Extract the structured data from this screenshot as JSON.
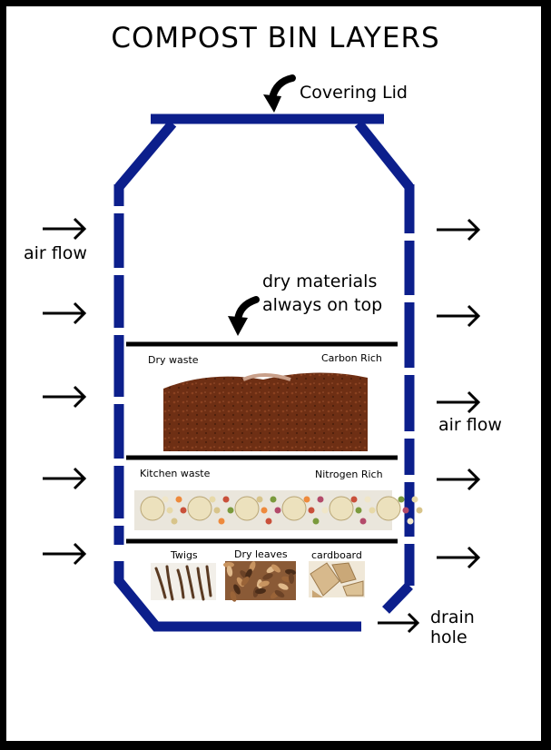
{
  "title": "COMPOST BIN LAYERS",
  "lid_label": "Covering Lid",
  "air_flow_left": "air flow",
  "air_flow_right": "air flow",
  "dry_note_line1": "dry materials",
  "dry_note_line2": "always on top",
  "layers": {
    "top_left": "Dry waste",
    "top_right": "Carbon Rich",
    "middle_left": "Kitchen waste",
    "middle_right": "Nitrogen Rich",
    "bottom_items": [
      "Twigs",
      "Dry leaves",
      "cardboard"
    ]
  },
  "drain_line1": "drain",
  "drain_line2": "hole",
  "colors": {
    "bin": "#0c1f8c",
    "soil": "#6e2f14",
    "arrow": "#000000"
  }
}
